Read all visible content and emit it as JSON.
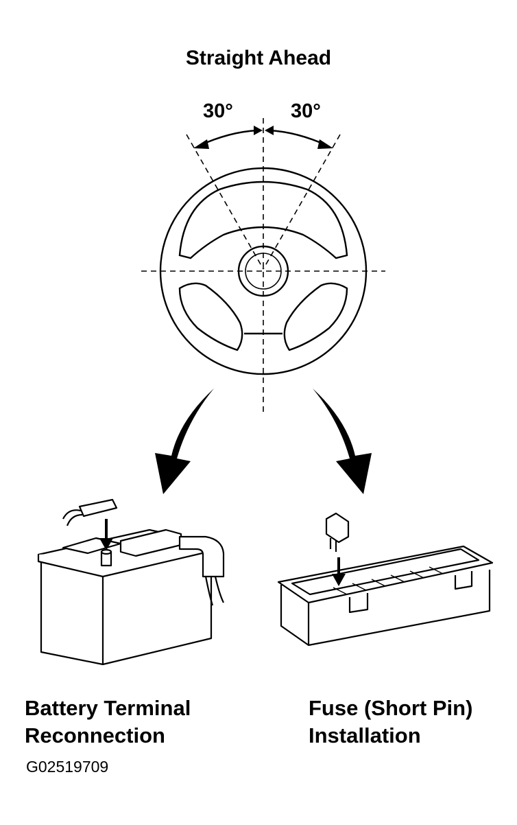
{
  "title": "Straight Ahead",
  "angle_left": "30°",
  "angle_right": "30°",
  "left_caption": {
    "line1": "Battery Terminal",
    "line2": "Reconnection"
  },
  "right_caption": {
    "line1": "Fuse (Short Pin)",
    "line2": "Installation"
  },
  "figure_code": "G02519709",
  "colors": {
    "line": "#000000",
    "background": "#ffffff"
  }
}
